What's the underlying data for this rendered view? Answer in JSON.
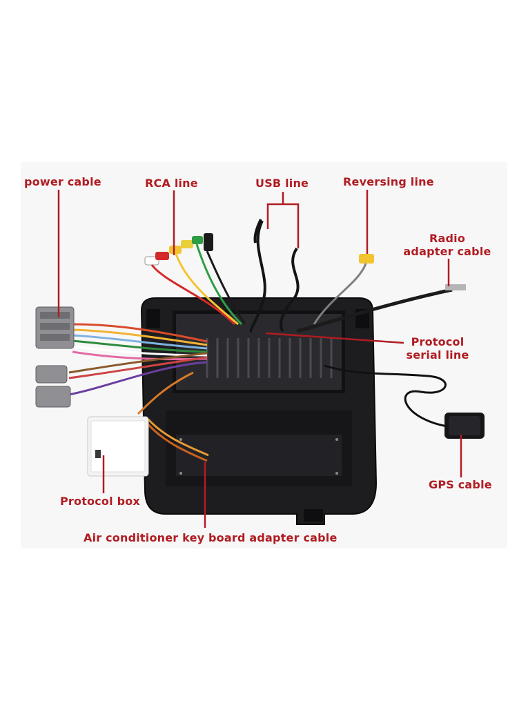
{
  "colors": {
    "label": "#b01c22",
    "leader": "#b01c22",
    "unit_body": "#1c1c1e",
    "photo_bg": "#f7f7f7"
  },
  "labels": {
    "power_cable": "power cable",
    "rca_line": "RCA line",
    "usb_line": "USB line",
    "reversing_line": "Reversing line",
    "radio_adapter_line1": "Radio",
    "radio_adapter_line2": "adapter cable",
    "protocol_serial_line1": "Protocol",
    "protocol_serial_line2": "serial line",
    "gps_cable": "GPS cable",
    "protocol_box": "Protocol box",
    "ac_keyboard_adapter": "Air conditioner key board adapter cable"
  }
}
